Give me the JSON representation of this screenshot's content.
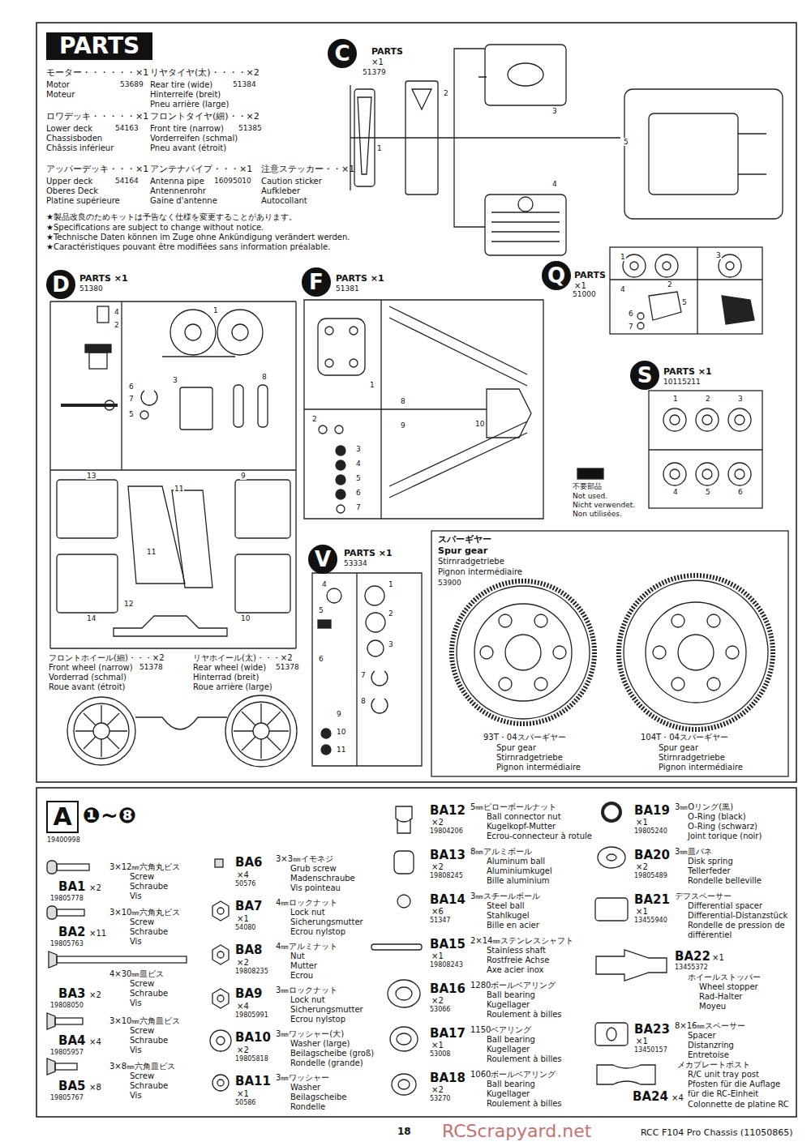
{
  "diagram": {
    "nodes": [
      {
        "text": [
          "PARTS"
        ]
      },
      {
        "text": [
          "C"
        ]
      },
      {
        "text": [
          "D"
        ]
      },
      {
        "text": [
          "F"
        ]
      },
      {
        "text": [
          "Q"
        ]
      },
      {
        "text": [
          "S"
        ]
      },
      {
        "text": [
          "V"
        ]
      },
      {
        "text": [
          "A"
        ]
      }
    ],
    "labels": [
      "モーター・・・・・・×1",
      "Motor",
      "53689",
      "Moteur",
      "リヤタイヤ(太)・・・・×2",
      "Rear tire (wide)",
      "51384",
      "Hinterreife (breit)",
      "Pneu arrière (large)",
      "ロワデッキ・・・・・×1",
      "Lower deck",
      "54163",
      "Chassisboden",
      "Châssis inférieur",
      "フロントタイヤ(細)・・×2",
      "Front tire (narrow)",
      "51385",
      "Vorderreifen (schmal)",
      "Pneu avant (étroit)",
      "アッパーデッキ・・・×1",
      "Upper deck",
      "54164",
      "Oberes Deck",
      "Platine supérieure",
      "アンテナパイプ・・・×1",
      "Antenna pipe",
      "16095010",
      "Antennenrohr",
      "Gaine d'antenne",
      "注意ステッカー・・×1",
      "Caution sticker",
      "Aufkleber",
      "Autocollant",
      "★製品改良のためキットは予告なく仕様を変更することがあります。",
      "★Specifications are subject to change without notice.",
      "★Technische Daten können im Zuge ohne Ankündigung verändert werden.",
      "★Caractéristiques pouvant être modifiées sans information préalable.",
      "PARTS",
      "×1",
      "51379",
      "1",
      "2",
      "3",
      "4",
      "5",
      "PARTS ×1",
      "51380",
      "4",
      "2",
      "1",
      "6",
      "7",
      "5",
      "3",
      "8",
      "13",
      "11",
      "11",
      "12",
      "14",
      "9",
      "10",
      "PARTS ×1",
      "51381",
      "1",
      "8",
      "9",
      "10",
      "2",
      "3",
      "4",
      "5",
      "6",
      "7",
      "不要部品",
      "Not used.",
      "Nicht verwendet.",
      "Non utilisées.",
      "PARTS",
      "×1",
      "51000",
      "1",
      "2",
      "3",
      "4",
      "5",
      "6",
      "7",
      "PARTS ×1",
      "10115211",
      "1",
      "2",
      "3",
      "4",
      "5",
      "6",
      "PARTS ×1",
      "53334",
      "4",
      "1",
      "5",
      "2",
      "3",
      "6",
      "7",
      "8",
      "9",
      "10",
      "11",
      "スパーギヤー",
      "Spur gear",
      "Stirnradgetriebe",
      "Pignon intermédiaire",
      "53900",
      "93T・04スパーギヤー",
      "Spur gear",
      "Stirnradgetriebe",
      "Pignon intermédiaire",
      "104T・04スパーギヤー",
      "Spur gear",
      "Stirnradgetriebe",
      "Pignon intermédiaire",
      "フロントホイール(細)・・・×2",
      "Front wheel (narrow)",
      "51378",
      "Vorderrad (schmal)",
      "Roue avant (étroit)",
      "リヤホイール(太)・・・×2",
      "Rear wheel (wide)",
      "51378",
      "Hinterrad (breit)",
      "Roue arrière (large)",
      "❶~❽",
      "19400998",
      "3×12㎜六角丸ビス",
      "BA1",
      "×2",
      "19805778",
      "Screw",
      "Schraube",
      "Vis",
      "3×10㎜六角丸ビス",
      "BA2",
      "×11",
      "19805763",
      "Screw",
      "Schraube",
      "Vis",
      "4×30㎜皿ビス",
      "BA3",
      "×2",
      "19808050",
      "Screw",
      "Schraube",
      "Vis",
      "3×10㎜六角皿ビス",
      "BA4",
      "×4",
      "19805957",
      "Screw",
      "Schraube",
      "Vis",
      "3×8㎜六角皿ビス",
      "BA5",
      "×8",
      "19805767",
      "Screw",
      "Schraube",
      "Vis",
      "3×3㎜イモネジ",
      "BA6",
      "×4",
      "50576",
      "Grub screw",
      "Madenschraube",
      "Vis pointeau",
      "4㎜ロックナット",
      "BA7",
      "×1",
      "54080",
      "Lock nut",
      "Sicherungsmutter",
      "Ecrou nylstop",
      "4㎜アルミナット",
      "BA8",
      "×2",
      "19808235",
      "Nut",
      "Mutter",
      "Ecrou",
      "3㎜ロックナット",
      "BA9",
      "×4",
      "19805991",
      "Lock nut",
      "Sicherungsmutter",
      "Ecrou nylstop",
      "3㎜ワッシャー(大)",
      "BA10",
      "×2",
      "19805818",
      "Washer (large)",
      "Beilagscheibe (groß)",
      "Rondelle (grande)",
      "3㎜ワッシャー",
      "BA11",
      "×1",
      "50586",
      "Washer",
      "Beilagscheibe",
      "Rondelle",
      "5㎜ピローボールナット",
      "BA12",
      "×2",
      "19804206",
      "Ball connector nut",
      "Kugelkopf-Mutter",
      "Ecrou-connecteur à rotule",
      "8㎜アルミボール",
      "BA13",
      "×2",
      "19808245",
      "Aluminum ball",
      "Aluminiumkugel",
      "Bille aluminium",
      "3㎜スチールボール",
      "BA14",
      "×6",
      "51347",
      "Steel ball",
      "Stahlkugel",
      "Bille en acier",
      "2×14㎜ステンレスシャフト",
      "BA15",
      "×1",
      "19808243",
      "Stainless shaft",
      "Rostfreie Achse",
      "Axe acier inox",
      "1280ボールベアリング",
      "BA16",
      "×2",
      "53066",
      "Ball bearing",
      "Kugellager",
      "Roulement à billes",
      "1150ベアリング",
      "BA17",
      "×1",
      "53008",
      "Ball bearing",
      "Kugellager",
      "Roulement à billes",
      "1060ボールベアリング",
      "BA18",
      "×2",
      "53270",
      "Ball bearing",
      "Kugellager",
      "Roulement à billes",
      "3㎜Oリング(黒)",
      "BA19",
      "×1",
      "19805240",
      "O-Ring (black)",
      "O-Ring (schwarz)",
      "Joint torique (noir)",
      "3㎜皿バネ",
      "BA20",
      "×2",
      "19805489",
      "Disk spring",
      "Tellerfeder",
      "Rondelle belleville",
      "デフスペーサー",
      "BA21",
      "×1",
      "13455940",
      "Differential spacer",
      "Differential-Distanzstück",
      "Rondelle de pression de différentiel",
      "ホイールストッパー",
      "BA22",
      "×1",
      "13455372",
      "Wheel stopper",
      "Rad-Halter",
      "Moyeu",
      "8×16㎜スペーサー",
      "BA23",
      "×1",
      "13450157",
      "Spacer",
      "Distanzring",
      "Entretoise",
      "メカプレートポスト",
      "BA24",
      "×4",
      "R/C unit tray post",
      "Pfosten für die Auflage für die RC-Einheit",
      "Colonnette de platine RC",
      "18",
      "RCC F104 Pro Chassis (11050865)",
      "RCScrapyard.net"
    ]
  }
}
